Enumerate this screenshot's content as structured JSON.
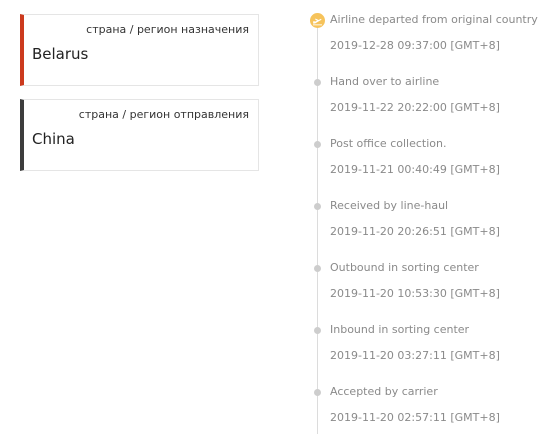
{
  "destination": {
    "label": "страна / регион назначения",
    "value": "Belarus",
    "accent_color": "#cc3a1e"
  },
  "origin": {
    "label": "страна / регион отправления",
    "value": "China",
    "accent_color": "#3d3d3d"
  },
  "timeline": {
    "events": [
      {
        "status": "Airline departed from original country",
        "time": "2019-12-28 09:37:00 [GMT+8]",
        "icon": "plane-departure-icon",
        "icon_color": "#f6c35b"
      },
      {
        "status": "Hand over to airline",
        "time": "2019-11-22 20:22:00 [GMT+8]",
        "icon": "dot"
      },
      {
        "status": "Post office collection.",
        "time": "2019-11-21 00:40:49 [GMT+8]",
        "icon": "dot"
      },
      {
        "status": "Received by line-haul",
        "time": "2019-11-20 20:26:51 [GMT+8]",
        "icon": "dot"
      },
      {
        "status": "Outbound in sorting center",
        "time": "2019-11-20 10:53:30 [GMT+8]",
        "icon": "dot"
      },
      {
        "status": "Inbound in sorting center",
        "time": "2019-11-20 03:27:11 [GMT+8]",
        "icon": "dot"
      },
      {
        "status": "Accepted by carrier",
        "time": "2019-11-20 02:57:11 [GMT+8]",
        "icon": "dot"
      }
    ]
  }
}
